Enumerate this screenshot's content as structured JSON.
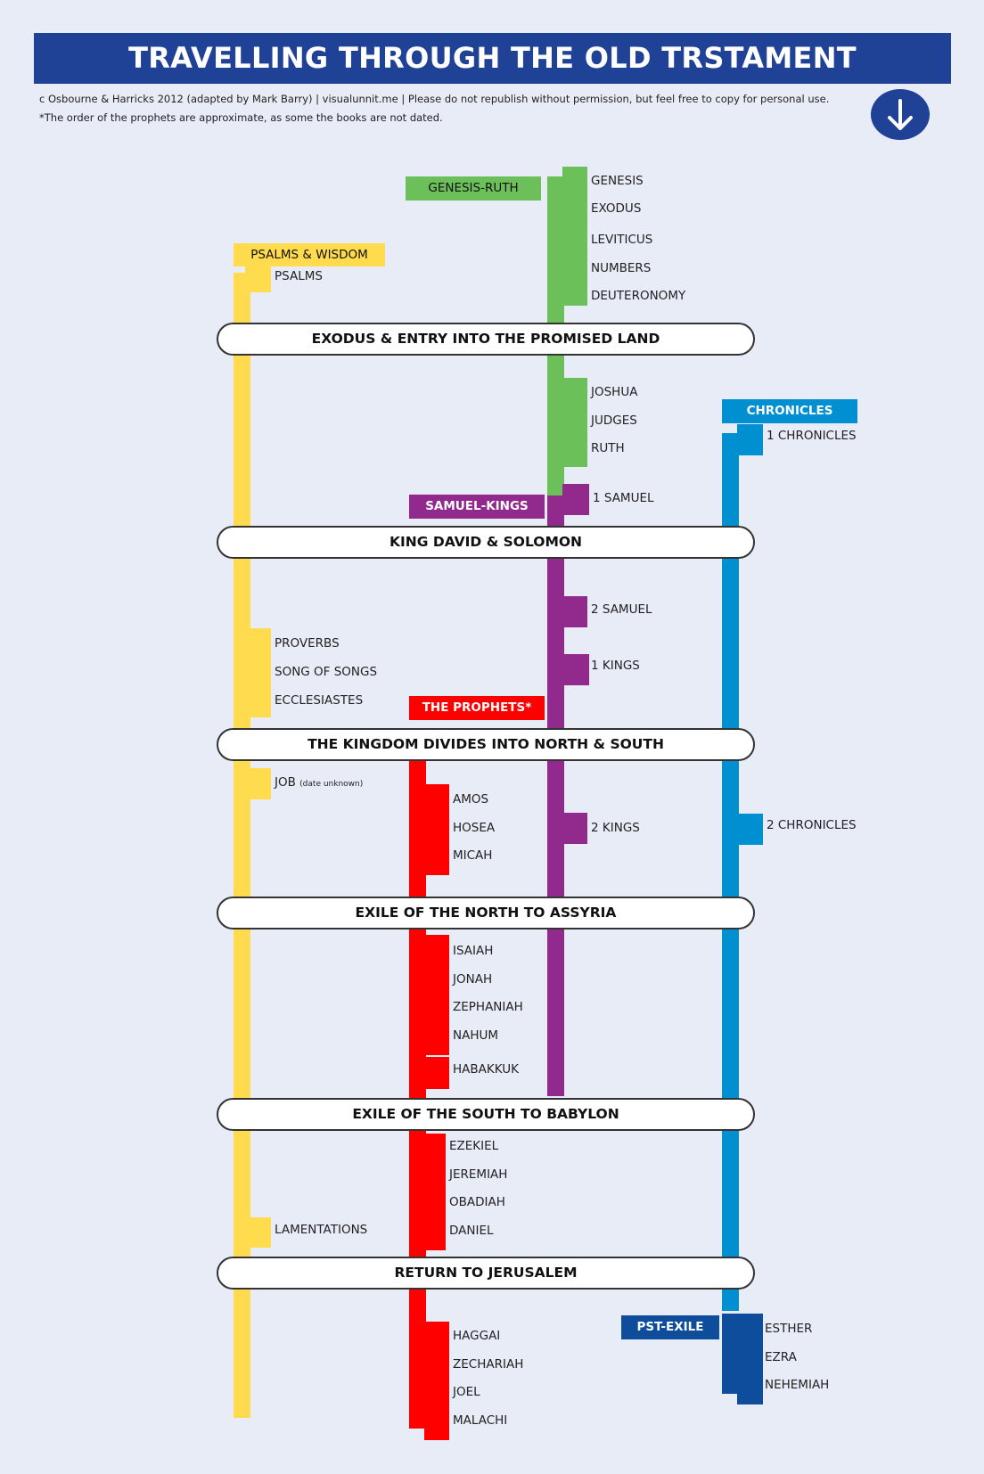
{
  "title": "TRAVELLING THROUGH THE OLD TRSTAMENT",
  "notes": {
    "credit": "c Osbourne & Harricks 2012 (adapted by Mark Barry) | visualunnit.me  | Please do not republish without permission, but feel free to copy for personal use.",
    "prophets_order": "*The order of the prophets are approximate, as some the books are not dated."
  },
  "scroll_button_icon": "arrow-down-icon",
  "colors": {
    "banner": "#1f4196",
    "wisdom": "#ffdb4d",
    "torah_history": "#6cc05a",
    "samuel_kings": "#922a8d",
    "prophets": "#ff0000",
    "chronicles": "#008fd1",
    "post_exile": "#0d4d9b"
  },
  "eras": [
    "EXODUS & ENTRY INTO THE PROMISED LAND",
    "KING DAVID & SOLOMON",
    "THE KINGDOM DIVIDES INTO NORTH & SOUTH",
    "EXILE OF THE NORTH TO ASSYRIA",
    "EXILE OF THE SOUTH TO BABYLON",
    "RETURN TO JERUSALEM"
  ],
  "tracks": {
    "wisdom": {
      "label": "PSALMS & WISDOM",
      "books": [
        "PSALMS",
        "PROVERBS",
        "SONG OF SONGS",
        "ECCLESIASTES",
        "JOB",
        "LAMENTATIONS"
      ],
      "job_note": "(date unknown)"
    },
    "genesis_ruth": {
      "label": "GENESIS-RUTH",
      "books": [
        "GENESIS",
        "EXODUS",
        "LEVITICUS",
        "NUMBERS",
        "DEUTERONOMY",
        "JOSHUA",
        "JUDGES",
        "RUTH"
      ]
    },
    "samuel_kings": {
      "label": "SAMUEL-KINGS",
      "books": [
        "1 SAMUEL",
        "2 SAMUEL",
        "1 KINGS",
        "2 KINGS"
      ]
    },
    "prophets": {
      "label": "THE PROPHETS*",
      "books": [
        "AMOS",
        "HOSEA",
        "MICAH",
        "ISAIAH",
        "JONAH",
        "ZEPHANIAH",
        "NAHUM",
        "HABAKKUK",
        "EZEKIEL",
        "JEREMIAH",
        "OBADIAH",
        "DANIEL",
        "HAGGAI",
        "ZECHARIAH",
        "JOEL",
        "MALACHI"
      ]
    },
    "chronicles": {
      "label": "CHRONICLES",
      "books": [
        "1 CHRONICLES",
        "2 CHRONICLES"
      ]
    },
    "post_exile": {
      "label": "PST-EXILE",
      "books": [
        "ESTHER",
        "EZRA",
        "NEHEMIAH"
      ]
    }
  }
}
